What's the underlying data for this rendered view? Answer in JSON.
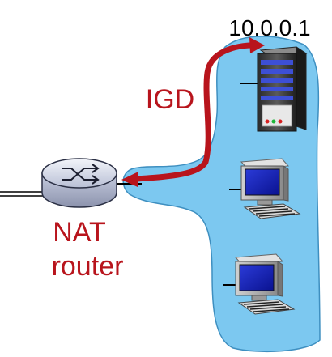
{
  "labels": {
    "ip_address": "10.0.0.1",
    "igd": "IGD",
    "nat_line1": "NAT",
    "nat_line2": "router"
  },
  "colors": {
    "network_fill": "#7cc8f0",
    "network_stroke": "#3e8fc0",
    "arrow": "#b8141c",
    "label_red": "#b8141c",
    "label_black": "#000000"
  },
  "icons": [
    "router-icon",
    "server-icon",
    "computer-icon",
    "computer-icon"
  ]
}
